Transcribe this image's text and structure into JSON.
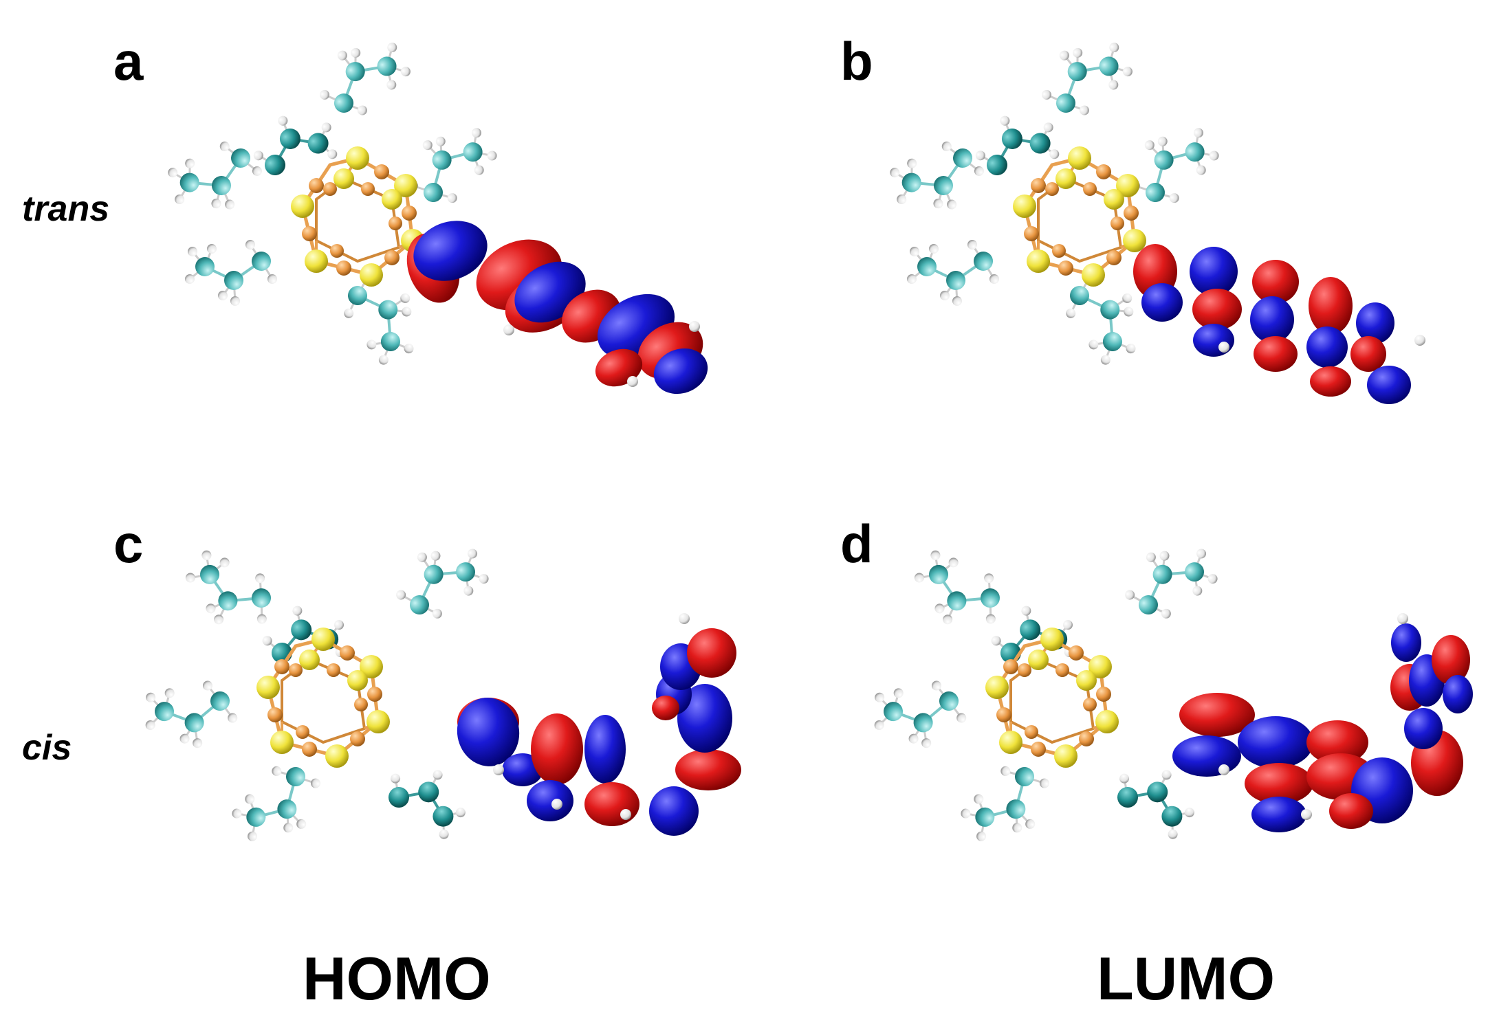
{
  "panels": {
    "a": "a",
    "b": "b",
    "c": "c",
    "d": "d"
  },
  "rows": {
    "trans": "trans",
    "cis": "cis"
  },
  "columns": {
    "homo": "HOMO",
    "lumo": "LUMO"
  },
  "colors": {
    "orbital_positive": "#e01a1a",
    "orbital_negative": "#1a1ad6",
    "carbon": "#5cc4c4",
    "hydrogen": "#f2f2f2",
    "silicon": "#f0e64a",
    "cluster_atom": "#e8a050",
    "bond": "#7ac8c8"
  }
}
